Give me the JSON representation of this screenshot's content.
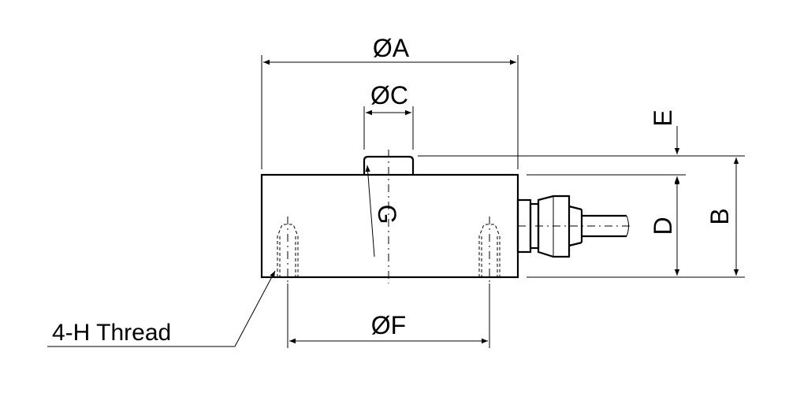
{
  "labels": {
    "A": "ØA",
    "C": "ØC",
    "F": "ØF",
    "B": "B",
    "D": "D",
    "E": "E",
    "G": "G",
    "thread": "4-H Thread"
  }
}
